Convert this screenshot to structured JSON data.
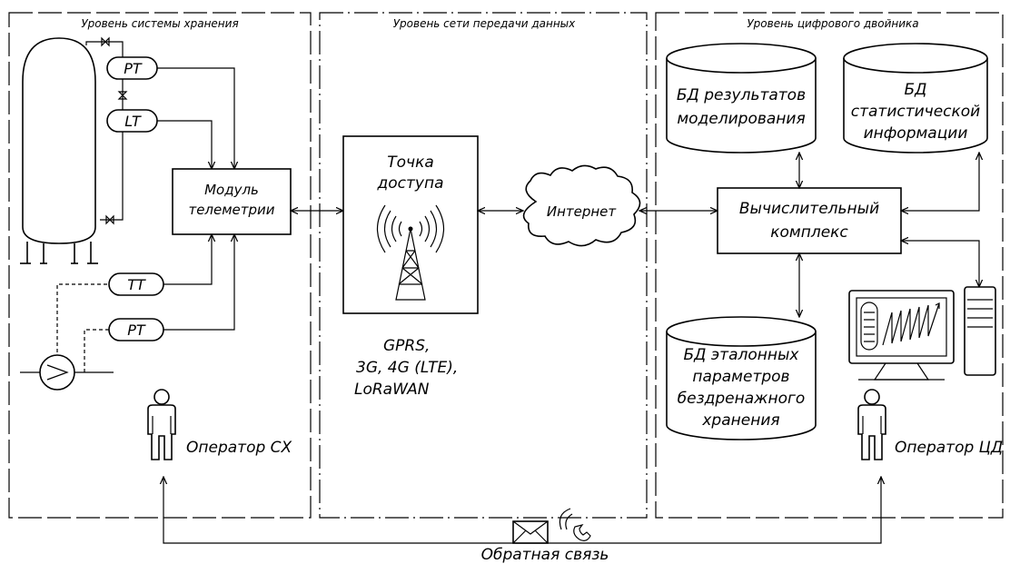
{
  "zones": {
    "storage": "Уровень системы хранения",
    "network": "Уровень сети передачи данных",
    "twin": "Уровень цифрового двойника"
  },
  "instruments": {
    "pt_top": "PT",
    "lt": "LT",
    "tt": "TT",
    "pt_bottom": "PT"
  },
  "telemetry": [
    "Модуль",
    "телеметрии"
  ],
  "access_point": [
    "Точка",
    "доступа"
  ],
  "protocols": [
    "GPRS,",
    "3G, 4G (LTE),",
    "LoRaWAN"
  ],
  "internet": "Интернет",
  "compute": [
    "Вычислительный",
    "комплекс"
  ],
  "db_results": [
    "БД результатов",
    "моделирования"
  ],
  "db_stats": [
    "БД",
    "статистической",
    "информации"
  ],
  "db_reference": [
    "БД эталонных",
    "параметров",
    "бездренажного",
    "хранения"
  ],
  "operator_storage": "Оператор СХ",
  "operator_twin": "Оператор ЦД",
  "feedback": "Обратная связь",
  "icons": [
    "tank-icon",
    "valve-icon",
    "pump-icon",
    "radio-tower-icon",
    "cloud-icon",
    "database-icon",
    "person-icon",
    "monitor-icon",
    "server-icon",
    "envelope-icon",
    "phone-icon"
  ]
}
